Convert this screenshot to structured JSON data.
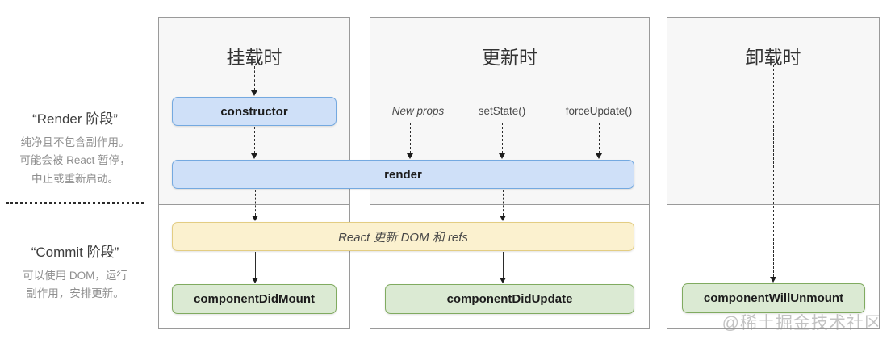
{
  "sidebar": {
    "render_phase": {
      "title": "“Render 阶段”",
      "line1": "纯净且不包含副作用。",
      "line2": "可能会被 React 暂停，",
      "line3": "中止或重新启动。"
    },
    "commit_phase": {
      "title": "“Commit 阶段”",
      "line1": "可以使用 DOM，运行",
      "line2": "副作用，安排更新。"
    }
  },
  "columns": {
    "mounting": {
      "title": "挂载时"
    },
    "updating": {
      "title": "更新时",
      "triggers": [
        "New props",
        "setState()",
        "forceUpdate()"
      ]
    },
    "unmounting": {
      "title": "卸载时"
    }
  },
  "boxes": {
    "constructor": "constructor",
    "render": "render",
    "react_updates_dom": "React 更新 DOM 和 refs",
    "component_did_mount": "componentDidMount",
    "component_did_update": "componentDidUpdate",
    "component_will_unmount": "componentWillUnmount"
  },
  "watermark": "@稀土掘金技术社区",
  "colors": {
    "blue_fill": "#cfe0f8",
    "blue_border": "#74a9e0",
    "yellow_fill": "#fbf1cf",
    "yellow_border": "#e3cd83",
    "green_fill": "#dbead3",
    "green_border": "#80ab60",
    "panel_border": "#9a9a9a",
    "panel_top_bg": "#f7f7f7"
  }
}
